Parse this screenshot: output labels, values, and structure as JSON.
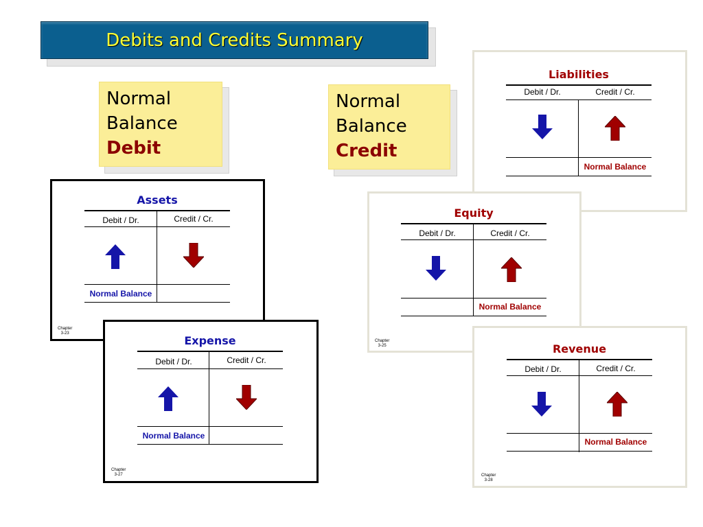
{
  "title": "Debits and Credits Summary",
  "notes": {
    "debit": {
      "line1": "Normal",
      "line2": "Balance",
      "line3": "Debit"
    },
    "credit": {
      "line1": "Normal",
      "line2": "Balance",
      "line3": "Credit"
    }
  },
  "accounts": {
    "assets": {
      "title": "Assets",
      "debit_label": "Debit / Dr.",
      "credit_label": "Credit / Cr.",
      "normal_balance": "Normal Balance",
      "chapter": "Chapter",
      "page": "3-23"
    },
    "expense": {
      "title": "Expense",
      "debit_label": "Debit / Dr.",
      "credit_label": "Credit / Cr.",
      "normal_balance": "Normal Balance",
      "chapter": "Chapter",
      "page": "3-27"
    },
    "liabilities": {
      "title": "Liabilities",
      "debit_label": "Debit / Dr.",
      "credit_label": "Credit / Cr.",
      "normal_balance": "Normal Balance"
    },
    "equity": {
      "title": "Equity",
      "debit_label": "Debit / Dr.",
      "credit_label": "Credit / Cr.",
      "normal_balance": "Normal Balance",
      "chapter": "Chapter",
      "page": "3-25"
    },
    "revenue": {
      "title": "Revenue",
      "debit_label": "Debit / Dr.",
      "credit_label": "Credit / Cr.",
      "normal_balance": "Normal Balance",
      "chapter": "Chapter",
      "page": "3-28"
    }
  },
  "colors": {
    "title_bg": "#0b5f8f",
    "title_text": "#ffff33",
    "note_bg": "#fbee98",
    "debit_blue": "#1515a8",
    "credit_red": "#a00000"
  }
}
